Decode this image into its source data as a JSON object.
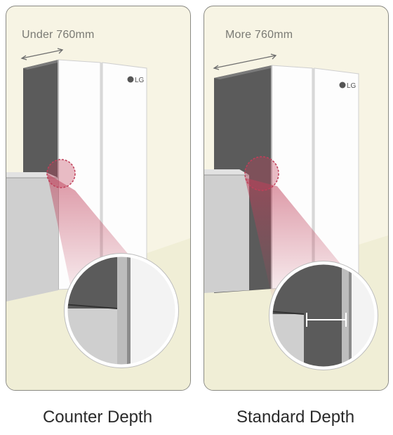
{
  "panels": [
    {
      "dimension_label": "Under 760mm",
      "caption": "Counter Depth"
    },
    {
      "dimension_label": "More 760mm",
      "caption": "Standard Depth"
    }
  ],
  "brand_logo": "LG",
  "colors": {
    "background": "#f7f4e4",
    "floor": "#f0eed6",
    "wall_shadow": "#e9e6cf",
    "fridge_side": "#5b5b5b",
    "fridge_door": "#fdfdfd",
    "cabinet": "#cfcfcf",
    "highlight": "#c0405a",
    "outline": "#8a8a84"
  }
}
